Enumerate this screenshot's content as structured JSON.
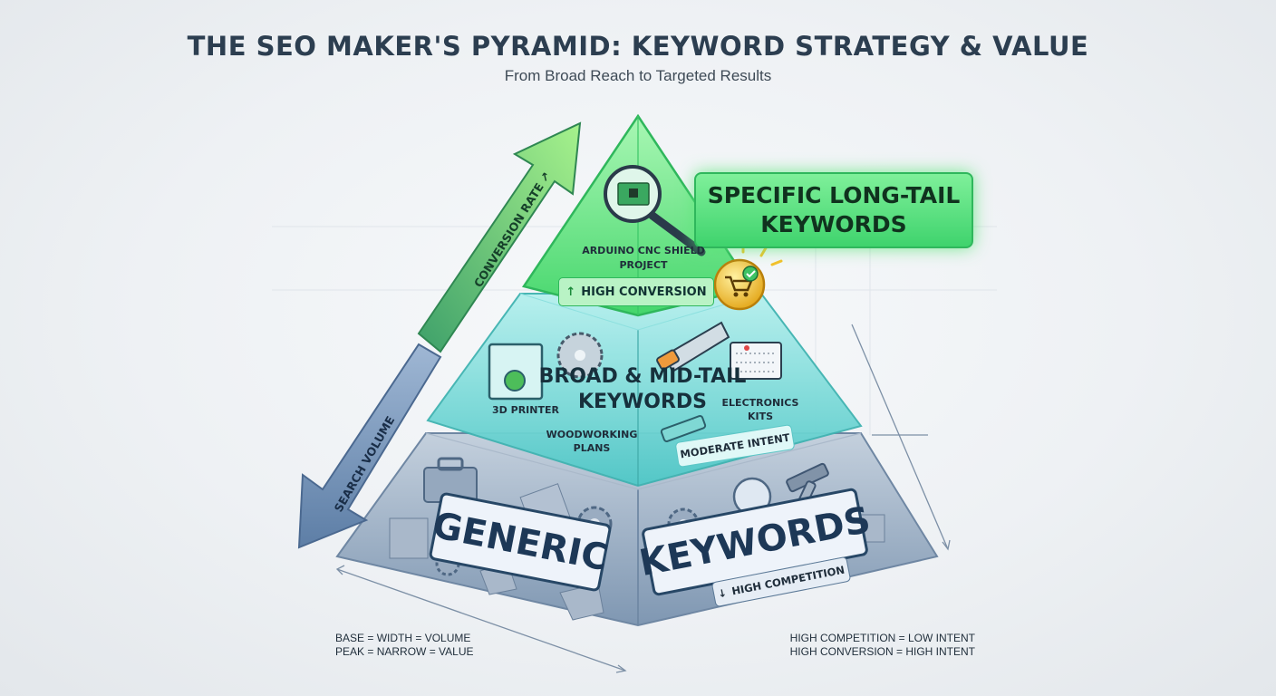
{
  "title": "THE SEO MAKER'S PYRAMID: KEYWORD STRATEGY & VALUE",
  "subtitle": "From Broad Reach to Targeted Results",
  "top_tier": {
    "banner": "SPECIFIC LONG-TAIL KEYWORDS",
    "example": "ARDUINO CNC SHIELD PROJECT",
    "badge": "HIGH CONVERSION",
    "badge_arrow": "↑",
    "color": "#4fe07a"
  },
  "middle_tier": {
    "title": "BROAD & MID-TAIL KEYWORDS",
    "examples": [
      "3D PRINTER",
      "WOODWORKING PLANS",
      "ELECTRONICS KITS"
    ],
    "badge": "MODERATE INTENT",
    "color": "#5ed3d1"
  },
  "base_tier": {
    "title_left": "GENERIC",
    "title_right": "KEYWORDS",
    "badge": "HIGH COMPETITION",
    "badge_arrow": "↓",
    "color": "#8ea4bf"
  },
  "axes": {
    "conversion_rate": "CONVERSION RATE",
    "conversion_arrow": "↗",
    "search_volume": "SEARCH VOLUME"
  },
  "legend_left": [
    "BASE = WIDTH = VOLUME",
    "PEAK = NARROW = VALUE"
  ],
  "legend_right": [
    "HIGH COMPETITION = LOW INTENT",
    "HIGH CONVERSION = HIGH INTENT"
  ],
  "icons": [
    "magnifier-icon",
    "circuit-board-icon",
    "shopping-cart-coin-icon",
    "3d-printer-icon",
    "saw-blade-icon",
    "hand-saw-icon",
    "breadboard-icon",
    "pencil-icon",
    "toolbox-icon",
    "gear-icon",
    "lightbulb-icon",
    "hammer-icon"
  ]
}
